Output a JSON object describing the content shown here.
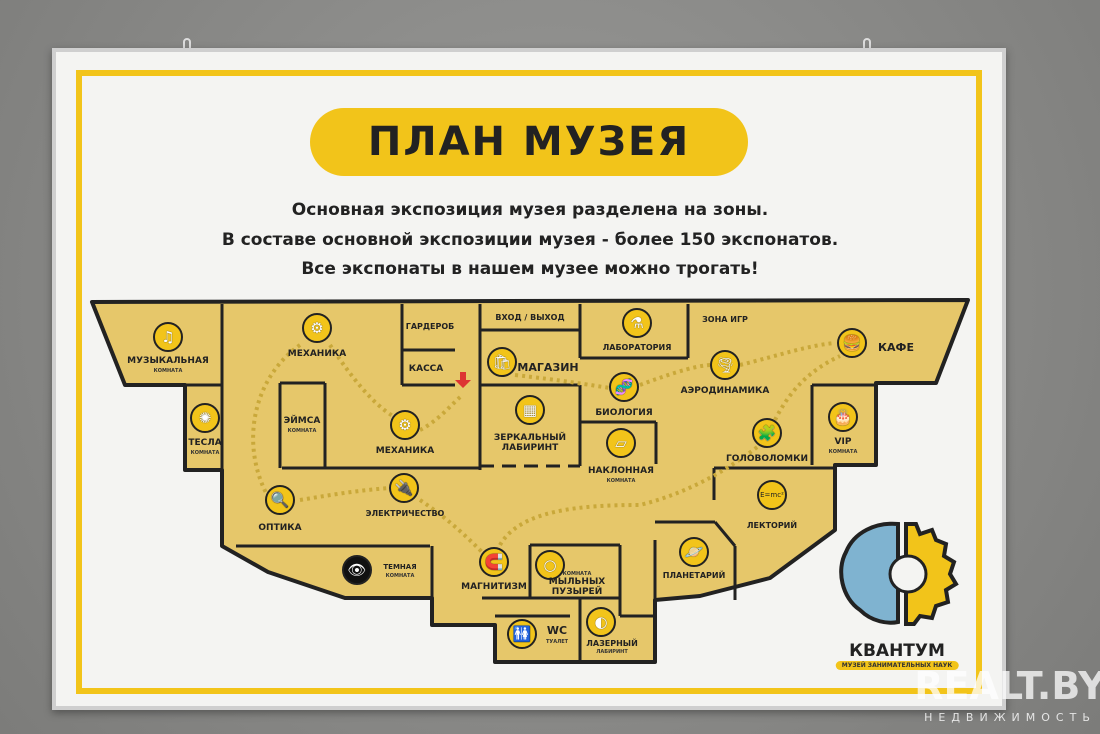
{
  "sign": {
    "title": "ПЛАН МУЗЕЯ",
    "lines": [
      "Основная экспозиция музея разделена на зоны.",
      "В составе основной экспозиции музея - более 150 экспонатов.",
      "Все экспонаты в нашем музее можно трогать!"
    ]
  },
  "rooms": {
    "music": {
      "label": "МУЗЫКАЛЬНАЯ",
      "sub": "КОМНАТА"
    },
    "mech1": {
      "label": "МЕХАНИКА"
    },
    "wardrobe": {
      "label": "ГАРДЕРОБ"
    },
    "cashier": {
      "label": "КАССА"
    },
    "entrance": {
      "label": "ВХОД / ВЫХОД"
    },
    "shop": {
      "label": "МАГАЗИН"
    },
    "lab": {
      "label": "ЛАБОРАТОРИЯ"
    },
    "games": {
      "label": "ЗОНА ИГР"
    },
    "cafe": {
      "label": "КАФЕ"
    },
    "tesla": {
      "label": "ТЕСЛА",
      "sub": "КОМНАТА"
    },
    "ames": {
      "label": "ЭЙМСА",
      "sub": "КОМНАТА"
    },
    "mech2": {
      "label": "МЕХАНИКА"
    },
    "biology": {
      "label": "БИОЛОГИЯ"
    },
    "aero": {
      "label": "АЭРОДИНАМИКА"
    },
    "mirror": {
      "label": "ЗЕРКАЛЬНЫЙ",
      "label2": "ЛАБИРИНТ"
    },
    "tilted": {
      "label": "НАКЛОННАЯ",
      "sub": "КОМНАТА"
    },
    "puzzles": {
      "label": "ГОЛОВОЛОМКИ"
    },
    "vip": {
      "label": "VIP",
      "sub": "КОМНАТА"
    },
    "optics": {
      "label": "ОПТИКА"
    },
    "electricity": {
      "label": "ЭЛЕКТРИЧЕСТВО"
    },
    "lecture": {
      "label": "ЛЕКТОРИЙ",
      "icon_text": "E=mc²"
    },
    "dark": {
      "label": "ТЕМНАЯ",
      "sub": "КОМНАТА"
    },
    "magnetism": {
      "label": "МАГНИТИЗМ"
    },
    "bubbles": {
      "sub": "КОМНАТА",
      "label": "МЫЛЬНЫХ",
      "label2": "ПУЗЫРЕЙ"
    },
    "planetarium": {
      "label": "ПЛАНЕТАРИЙ"
    },
    "wc": {
      "label": "WC",
      "sub": "ТУАЛЕТ"
    },
    "laser": {
      "label": "ЛАЗЕРНЫЙ",
      "sub": "ЛАБИРИНТ"
    }
  },
  "logo": {
    "name": "КВАНТУМ",
    "tagline": "МУЗЕЙ ЗАНИМАТЕЛЬНЫХ НАУК"
  },
  "watermark": {
    "brand": "REALT.BY",
    "sub": "НЕДВИЖИМОСТЬ"
  },
  "colors": {
    "yellow": "#f2c41a",
    "floor": "#e6c76a",
    "wall": "#8c8c8a",
    "brain": "#7fb3d0"
  }
}
